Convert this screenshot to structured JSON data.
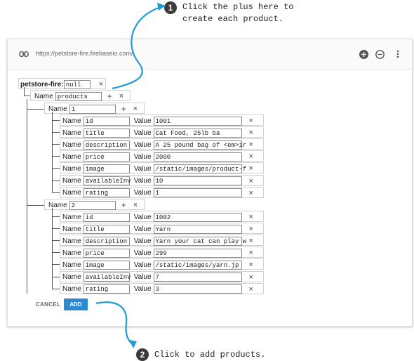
{
  "callouts": {
    "one": {
      "number": "1",
      "text": "Click the plus here to\ncreate each product."
    },
    "two": {
      "number": "2",
      "text": "Click to add products."
    }
  },
  "urlbar": {
    "url": "https://petstore-fire.firebaseio.com/"
  },
  "root": {
    "key": "petstore-fire:",
    "value": "null"
  },
  "labels": {
    "name": "Name",
    "value": "Value",
    "add_glyph": "+",
    "remove_glyph": "×"
  },
  "products": {
    "key": "products"
  },
  "items": [
    {
      "key": "1",
      "fields": [
        {
          "name": "id",
          "value": "1001"
        },
        {
          "name": "title",
          "value": "Cat Food, 25lb ba"
        },
        {
          "name": "description",
          "value": "A 25 pound bag of <em>ir"
        },
        {
          "name": "price",
          "value": "2000"
        },
        {
          "name": "image",
          "value": "/static/images/product-f"
        },
        {
          "name": "availableInv",
          "value": "10"
        },
        {
          "name": "rating",
          "value": "1"
        }
      ]
    },
    {
      "key": "2",
      "fields": [
        {
          "name": "id",
          "value": "1002"
        },
        {
          "name": "title",
          "value": "Yarn"
        },
        {
          "name": "description",
          "value": "Yarn your cat can play w"
        },
        {
          "name": "price",
          "value": "299"
        },
        {
          "name": "image",
          "value": "/static/images/yarn.jp"
        },
        {
          "name": "availableInv",
          "value": "7"
        },
        {
          "name": "rating",
          "value": "3"
        }
      ]
    }
  ],
  "actions": {
    "cancel": "CANCEL",
    "add": "ADD"
  },
  "colors": {
    "accent": "#2a8bd3",
    "callout_badge": "#3b3b3b"
  },
  "icons": {
    "link": "link-icon",
    "add_circle": "add-circle-icon",
    "remove_circle": "remove-circle-icon",
    "more": "more-vert-icon"
  }
}
